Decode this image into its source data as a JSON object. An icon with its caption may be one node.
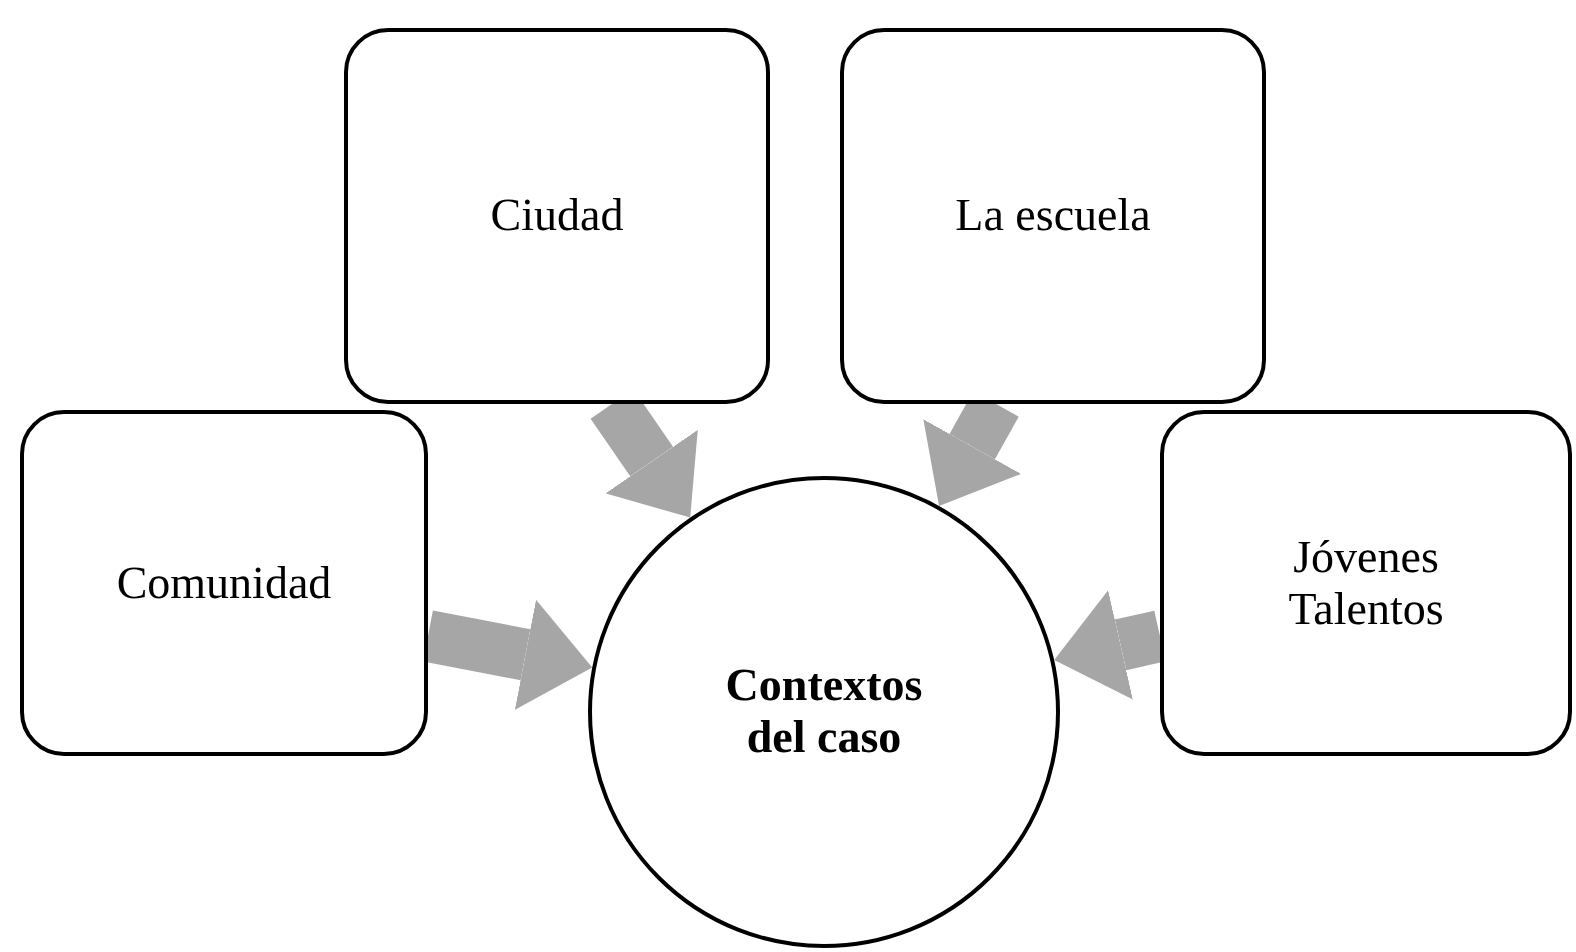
{
  "diagram": {
    "nodes": [
      {
        "text": [
          "Ciudad"
        ]
      },
      {
        "text": [
          "La escuela"
        ]
      },
      {
        "text": [
          "Comunidad"
        ]
      },
      {
        "text": [
          "Jóvenes Talentos"
        ]
      },
      {
        "text": [
          "Contextos del caso"
        ]
      }
    ],
    "edges": [
      {
        "from": 0,
        "to": 4,
        "arrow": "to"
      },
      {
        "from": 1,
        "to": 4,
        "arrow": "to"
      },
      {
        "from": 2,
        "to": 4,
        "arrow": "to"
      },
      {
        "from": 3,
        "to": 4,
        "arrow": "to"
      }
    ]
  }
}
